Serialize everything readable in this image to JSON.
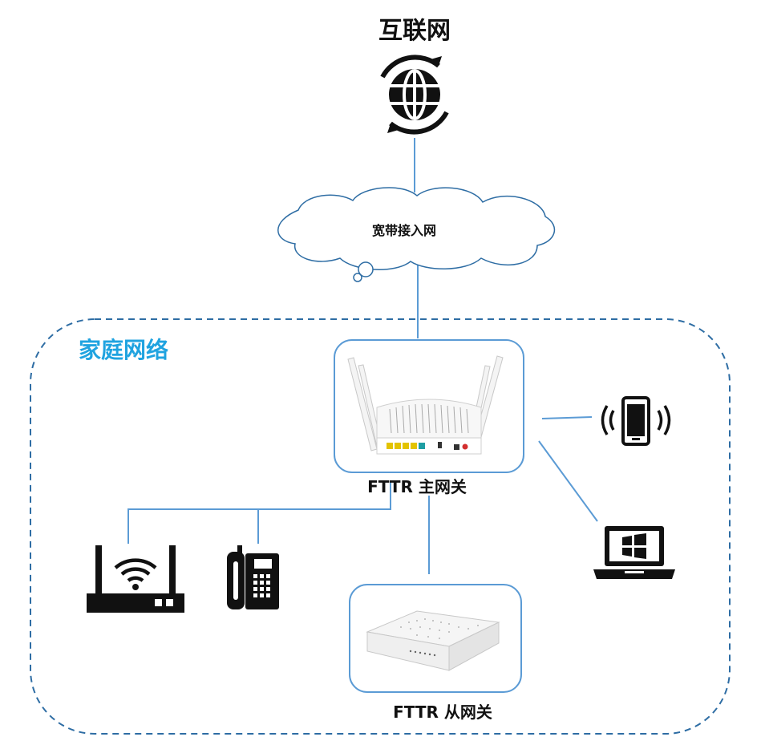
{
  "internet": {
    "label": "互联网",
    "icon": "globe-sync-icon"
  },
  "access_network": {
    "label": "宽带接入网",
    "icon": "cloud-icon"
  },
  "home_network": {
    "label": "家庭网络",
    "color": "#1fa3e0",
    "border_color": "#2e6da4"
  },
  "main_gateway": {
    "label": "FTTR 主网关",
    "icon": "wifi-router-with-antennas"
  },
  "sub_gateway": {
    "label": "FTTR 从网关",
    "icon": "white-gateway-box"
  },
  "devices": {
    "phone": {
      "icon": "smartphone-wireless-icon"
    },
    "laptop": {
      "icon": "windows-laptop-icon"
    },
    "router": {
      "icon": "wifi-router-icon"
    },
    "telephone": {
      "icon": "desk-telephone-icon"
    }
  },
  "link_color": "#5b9bd5"
}
